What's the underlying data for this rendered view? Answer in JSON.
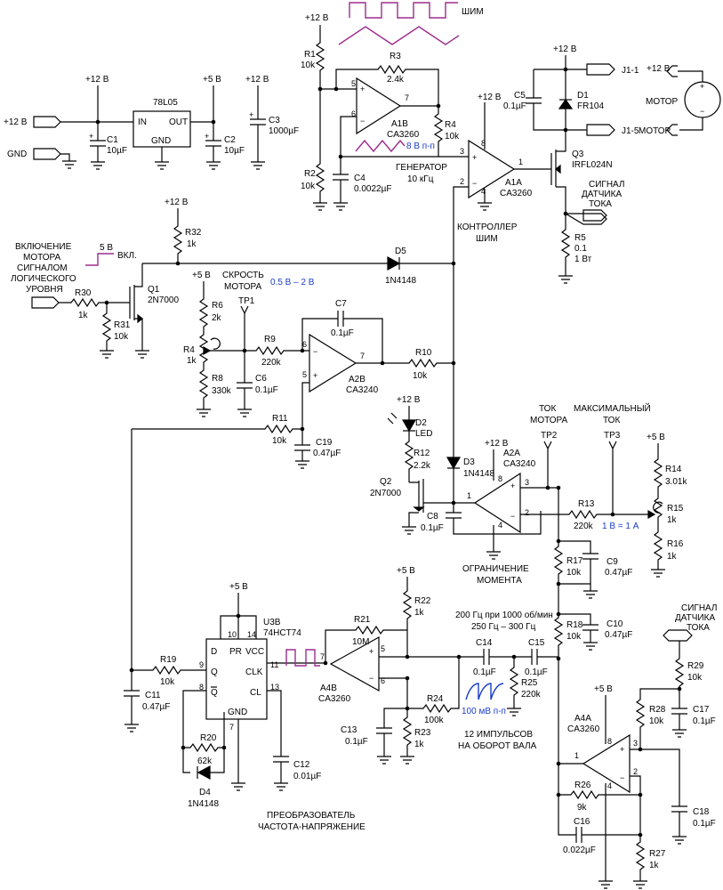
{
  "labels": {
    "pwm": "ШИМ",
    "p12_r1": "+12 В",
    "r1": "R1",
    "r1v": "10k",
    "r2": "R2",
    "r2v": "10k",
    "r3": "R3",
    "r3v": "2.4k",
    "r4": "R4",
    "r4v": "10k",
    "a1b": "A1B",
    "a1bv": "CA3260",
    "c4": "C4",
    "c4v": "0.0022µF",
    "tri8": "8 В п-п",
    "gen": "ГЕНЕРАТОР",
    "gen_f": "10 кГц",
    "p12_a1a": "+12 В",
    "a1a": "A1A",
    "a1av": "CA3260",
    "pwm_ctrl1": "КОНТРОЛЛЕР",
    "pwm_ctrl2": "ШИМ",
    "p12_c5": "+12 В",
    "c5": "C5",
    "c5v": "0.1µF",
    "d1": "D1",
    "d1v": "FR104",
    "j11": "J1-1",
    "j15": "J1-5",
    "p12_m": "+12 В",
    "motor1": "МОТОР",
    "motor2": "МОТОР",
    "q3": "Q3",
    "q3v": "IRFL024N",
    "cs1": "СИГНАЛ",
    "cs2": "ДАТЧИКА",
    "cs3": "ТОКА",
    "r5": "R5",
    "r5v": "0.1",
    "r5w": "1 Вт",
    "in12": "+12 В",
    "gnd": "GND",
    "p12_c1": "+12 В",
    "c1": "C1",
    "c1v": "10µF",
    "reg": "78L05",
    "reg_in": "IN",
    "reg_out": "OUT",
    "reg_gnd": "GND",
    "p5_c2": "+5 В",
    "c2": "C2",
    "c2v": "10µF",
    "p12_c3": "+12 В",
    "c3": "C3",
    "c3v": "1000µF",
    "p12_r32": "+12 В",
    "r32": "R32",
    "r32v": "1k",
    "en1": "ВКЛЮЧЕНИЕ",
    "en2": "МОТОРА",
    "en3": "СИГНАЛОМ",
    "en4": "ЛОГИЧЕСКОГО",
    "en5": "УРОВНЯ",
    "en5v": "5 В",
    "en_on": "ВКЛ.",
    "d5": "D5",
    "d5v": "1N4148",
    "r30": "R30",
    "r30v": "1k",
    "r31": "R31",
    "r31v": "10k",
    "q1": "Q1",
    "q1v": "2N7000",
    "p5_r6": "+5 В",
    "spd1": "СКРОСТЬ",
    "spd2": "МОТОРА",
    "spd_rng": "0.5 В – 2 В",
    "tp1": "TP1",
    "r6": "R6",
    "r6v": "2k",
    "r4p": "R4",
    "r4pv": "1k",
    "r8": "R8",
    "r8v": "330k",
    "r9": "R9",
    "r9v": "220k",
    "c6": "C6",
    "c6v": "0.1µF",
    "c7": "C7",
    "c7v": "0.1µF",
    "a2b": "A2B",
    "a2bv": "CA3240",
    "r10": "R10",
    "r10v": "10k",
    "r11": "R11",
    "r11v": "10k",
    "c19": "C19",
    "c19v": "0.47µF",
    "p12_d2": "+12 В",
    "d2": "D2",
    "d2v": "LED",
    "r12": "R12",
    "r12v": "2.2k",
    "q2": "Q2",
    "q2v": "2N7000",
    "d3": "D3",
    "d3v": "1N4148",
    "c8": "C8",
    "c8v": "0.1µF",
    "p12_a2a": "+12 В",
    "a2a": "A2A",
    "a2av": "CA3240",
    "trq1": "ОГРАНИЧЕНИЕ",
    "trq2": "МОМЕНТА",
    "mc1": "ТОК",
    "mc2": "МОТОРА",
    "tp2": "TP2",
    "mx1": "МАКСИМАЛЬНЫЙ",
    "mx2": "ТОК",
    "tp3": "TP3",
    "r13": "R13",
    "r13v": "220k",
    "scale": "1 В = 1 А",
    "p5_r14": "+5 В",
    "r14": "R14",
    "r14v": "3.01k",
    "r15": "R15",
    "r15v": "1k",
    "r16": "R16",
    "r16v": "1k",
    "r17": "R17",
    "r17v": "10k",
    "c9": "C9",
    "c9v": "0.47µF",
    "r18": "R18",
    "r18v": "10k",
    "c10": "C10",
    "c10v": "0.47µF",
    "p5_u3": "+5 В",
    "u3": "U3B",
    "u3v": "74HCT74",
    "u3_d": "D",
    "u3_pr": "PR",
    "u3_vcc": "VCC",
    "u3_q": "Q",
    "u3_clk": "CLK",
    "u3_qn": "Q",
    "u3_cl": "CL",
    "u3_gnd": "GND",
    "r19": "R19",
    "r19v": "10k",
    "c11": "C11",
    "c11v": "0.47µF",
    "r20": "R20",
    "r20v": "62k",
    "d4": "D4",
    "d4v": "1N4148",
    "c12": "C12",
    "c12v": "0.01µF",
    "fv1": "ПРЕОБРАЗОВАТЕЛЬ",
    "fv2": "ЧАСТОТА-НАПРЯЖЕНИЕ",
    "p5_r22": "+5 В",
    "r22": "R22",
    "r22v": "1k",
    "r21": "R21",
    "r21v": "10M",
    "a4b": "A4B",
    "a4bv": "CA3260",
    "f1": "200 Гц при 1000 об/мин",
    "f2": "250 Гц – 300 Гц",
    "c14": "C14",
    "c14v": "0.1µF",
    "c15": "C15",
    "c15v": "0.1µF",
    "r25": "R25",
    "r25v": "220k",
    "r24": "R24",
    "r24v": "100k",
    "c13": "C13",
    "c13v": "0.1µF",
    "r23": "R23",
    "r23v": "1k",
    "pp100": "100 мВ п-п",
    "imp1": "12 ИМПУЛЬСОВ",
    "imp2": "НА ОБОРОТ ВАЛА",
    "cs4": "СИГНАЛ",
    "cs5": "ДАТЧИКА",
    "cs6": "ТОКА",
    "r29": "R29",
    "r29v": "10k",
    "p5_a4a": "+5 В",
    "a4a": "A4A",
    "a4av": "CA3260",
    "r28": "R28",
    "r28v": "10k",
    "c17": "C17",
    "c17v": "0.1µF",
    "r26": "R26",
    "r26v": "9k",
    "c18": "C18",
    "c18v": "0.1µF",
    "c16": "C16",
    "c16v": "0.022µF",
    "r27": "R27",
    "r27v": "1k"
  },
  "colors": {
    "wire": "#000000",
    "annotation_blue": "#1a3cc8",
    "waveform_magenta": "#9b2d8f"
  }
}
